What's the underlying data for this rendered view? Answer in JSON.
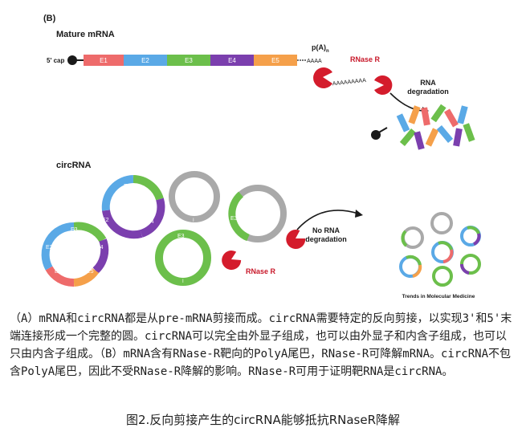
{
  "figure": {
    "panel_label": "(B)",
    "mature_title": "Mature mRNA",
    "cap_label": "5' cap",
    "exons": [
      "E1",
      "E2",
      "E3",
      "E4",
      "E5"
    ],
    "polya_tail": "AAAA",
    "polya_label_main": "p(A)",
    "polya_label_sub": "n",
    "rnase_label": "RNase R",
    "polya_chain": "AAAAAAAAA",
    "degradation_label_line1": "RNA",
    "degradation_label_line2": "degradation",
    "circ_title": "circRNA",
    "no_degradation_line1": "No RNA",
    "no_degradation_line2": "degradation",
    "rnase_label_bottom": "RNase R",
    "intron_mark": "I",
    "journal": "Trends in Molecular Medicine",
    "colors": {
      "E1": "#ee6b6b",
      "E2": "#5aa9e6",
      "E3": "#6cbf4b",
      "E4": "#7b3fae",
      "E5": "#f5a04a",
      "intron": "#a9a9a9",
      "rnase": "#d41c2c",
      "cap": "#1a1a1a"
    }
  },
  "caption": {
    "body": "（A）mRNA和circRNA都是从pre-mRNA剪接而成。circRNA需要特定的反向剪接，以实现3'和5'末端连接形成一个完整的圆。circRNA可以完全由外显子组成，也可以由外显子和内含子组成，也可以只由内含子组成。（B）mRNA含有RNase-R靶向的PolyA尾巴，RNase-R可降解mRNA。circRNA不包含PolyA尾巴，因此不受RNase-R降解的影响。RNase-R可用于证明靶RNA是circRNA。",
    "title": "图2.反向剪接产生的circRNA能够抵抗RNaseR降解"
  }
}
